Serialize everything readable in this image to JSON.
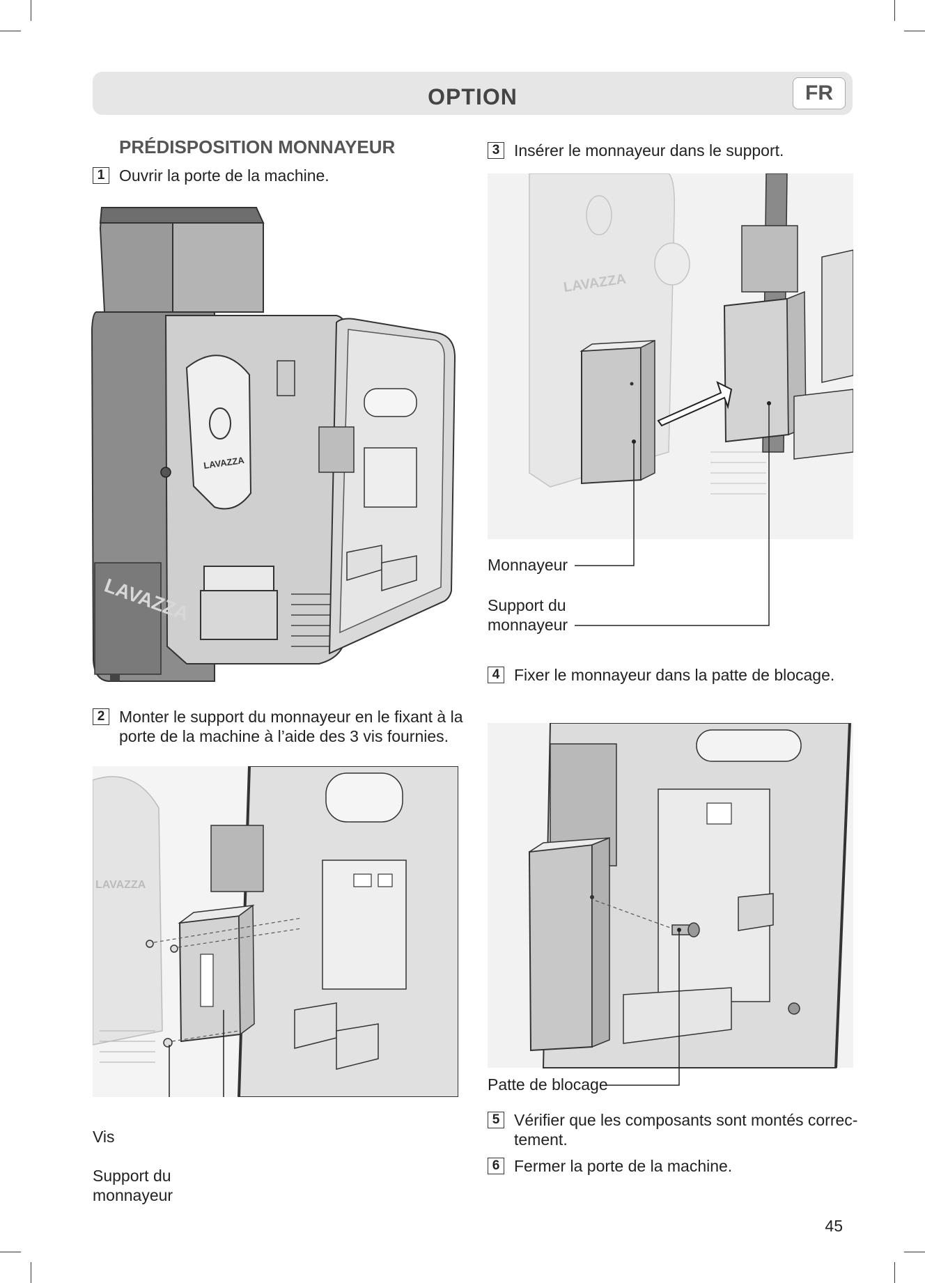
{
  "header": {
    "title": "OPTION",
    "lang": "FR"
  },
  "section_title": "PRÉDISPOSITION MONNAYEUR",
  "steps": [
    {
      "num": "1",
      "text": "Ouvrir la porte de la machine."
    },
    {
      "num": "2",
      "text": "Monter le support du monnayeur en le fixant à la\nporte de la machine à l’aide des 3 vis fournies."
    },
    {
      "num": "3",
      "text": "Insérer le monnayeur dans le support."
    },
    {
      "num": "4",
      "text": "Fixer le monnayeur dans la patte de blocage."
    },
    {
      "num": "5",
      "text": "Vérifier que les composants sont montés correc-\ntement."
    },
    {
      "num": "6",
      "text": "Fermer la porte de la machine."
    }
  ],
  "figures": {
    "fig1": {
      "logo": "LAVAZZA"
    },
    "fig2": {
      "logo": "LAVAZZA",
      "callouts": [
        "Vis",
        "Support du\nmonnayeur"
      ]
    },
    "fig3": {
      "logo": "LAVAZZA",
      "callouts": [
        "Monnayeur",
        "Support du\nmonnayeur"
      ]
    },
    "fig4": {
      "callouts": [
        "Patte de blocage"
      ]
    }
  },
  "page_number": "45"
}
